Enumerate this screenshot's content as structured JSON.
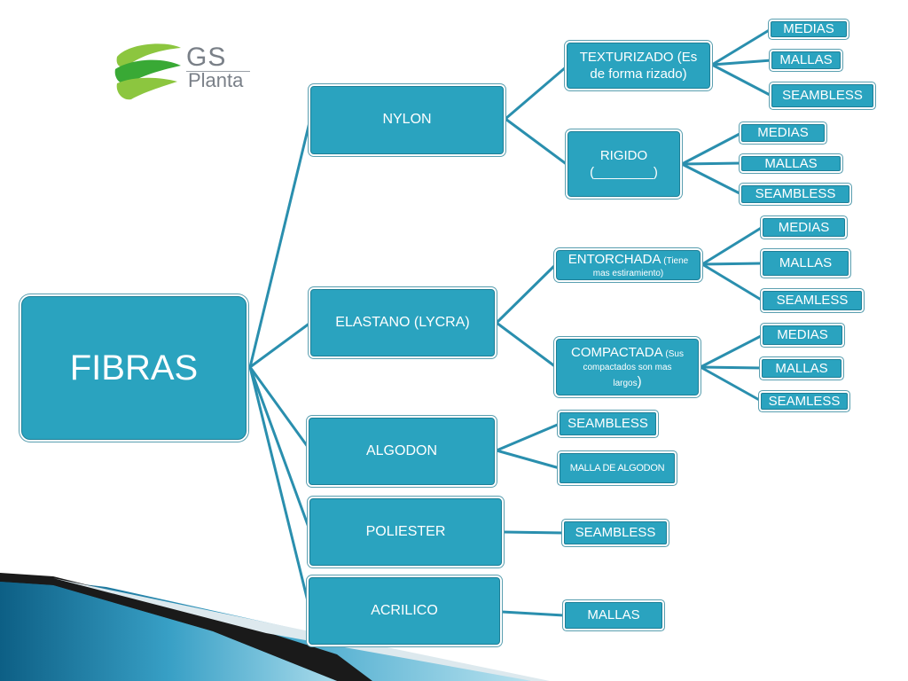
{
  "colors": {
    "node_fill": "#2aa3bf",
    "node_border": "#1d7f97",
    "connector": "#2a8fae",
    "logo_green_light": "#8cc63f",
    "logo_green_dark": "#39a935",
    "logo_text": "#7a8088"
  },
  "logo": {
    "line1": "GS",
    "line2": "Planta",
    "icon": "gs-planta-logo-icon"
  },
  "root": {
    "label": "FIBRAS"
  },
  "branches": {
    "nylon": {
      "label": "NYLON",
      "texturizado": {
        "label_line1": "TEXTURIZADO  (Es",
        "label_line2": "de forma rizado)",
        "leaves": [
          "MEDIAS",
          "MALLAS",
          "SEAMBLESS"
        ]
      },
      "rigido": {
        "label_line1": "RIGIDO",
        "label_line2": "(________)",
        "leaves": [
          "MEDIAS",
          "MALLAS",
          "SEAMBLESS"
        ]
      }
    },
    "elastano": {
      "label": "ELASTANO",
      "label_extra": " (LYCRA)",
      "entorchada": {
        "label": "ENTORCHADA",
        "note_a": " (Tiene",
        "note_b": "mas estiramiento)",
        "leaves": [
          "MEDIAS",
          "MALLAS",
          "SEAMLESS"
        ]
      },
      "compactada": {
        "label": "COMPACTADA",
        "note_a": " (Sus",
        "note_b": "compactados son mas",
        "note_c": "largos",
        "note_d": ")",
        "leaves": [
          "MEDIAS",
          "MALLAS",
          "SEAMLESS"
        ]
      }
    },
    "algodon": {
      "label": "ALGODON",
      "leaves": [
        "SEAMBLESS",
        "MALLA DE ALGODON"
      ]
    },
    "poliester": {
      "label": "POLIESTER",
      "leaves": [
        "SEAMBLESS"
      ]
    },
    "acrilico": {
      "label": "ACRILICO",
      "leaves": [
        "MALLAS"
      ]
    }
  }
}
